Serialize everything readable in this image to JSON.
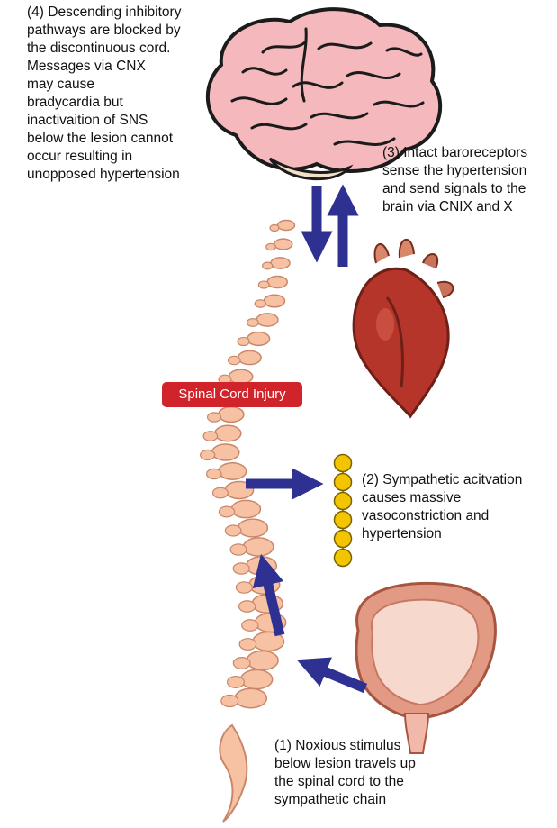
{
  "labels": {
    "step4": [
      "(4) Descending inhibitory",
      "pathways are blocked by",
      "the discontinuous cord.",
      "Messages via CNX",
      "may cause",
      "bradycardia but",
      "inactivaition of SNS",
      "below the lesion cannot",
      "occur resulting in",
      "unopposed hypertension"
    ],
    "step3": [
      "(3) Intact baroreceptors",
      "sense the hypertension",
      "and send signals to the",
      "brain via CNIX and X"
    ],
    "step2": [
      "(2) Sympathetic acitvation",
      "causes massive",
      "vasoconstriction and",
      "hypertension"
    ],
    "step1": [
      "(1) Noxious stimulus",
      "below lesion travels up",
      "the spinal cord to the",
      "sympathetic chain"
    ],
    "injury": "Spinal Cord Injury"
  },
  "colors": {
    "arrow": "#2e3192",
    "vertebra_fill": "#f7c2a3",
    "vertebra_stroke": "#c9876a",
    "brain_fill": "#f4b8bd",
    "heart_fill": "#b5352a",
    "ganglion_fill": "#f3c500",
    "bladder_outer": "#e39a85",
    "injury_badge": "#d0232a"
  },
  "icons": [
    "brain-icon",
    "heart-icon",
    "bladder-icon",
    "spinal-column-icon",
    "sympathetic-chain-icon"
  ]
}
